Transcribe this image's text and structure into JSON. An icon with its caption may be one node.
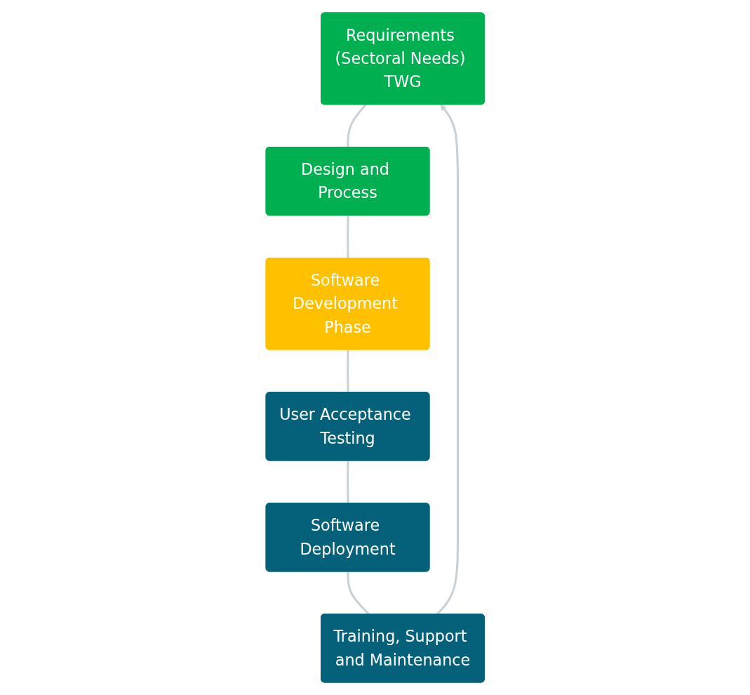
{
  "diagram": {
    "nodes": [
      {
        "text": [
          "Requirements (Sectoral Needs) TWG"
        ]
      },
      {
        "text": [
          "Design and Process"
        ]
      },
      {
        "text": [
          "Software Development Phase"
        ]
      },
      {
        "text": [
          "User Acceptance Testing"
        ]
      },
      {
        "text": [
          "Software Deployment"
        ]
      },
      {
        "text": [
          "Training, Support and Maintenance"
        ]
      }
    ],
    "edges": [
      {
        "from": 0,
        "to": 1,
        "arrow": "none"
      },
      {
        "from": 1,
        "to": 2,
        "arrow": "none"
      },
      {
        "from": 2,
        "to": 3,
        "arrow": "none"
      },
      {
        "from": 3,
        "to": 4,
        "arrow": "none"
      },
      {
        "from": 4,
        "to": 5,
        "arrow": "none"
      },
      {
        "from": 5,
        "to": 0,
        "arrow": "to"
      }
    ]
  }
}
